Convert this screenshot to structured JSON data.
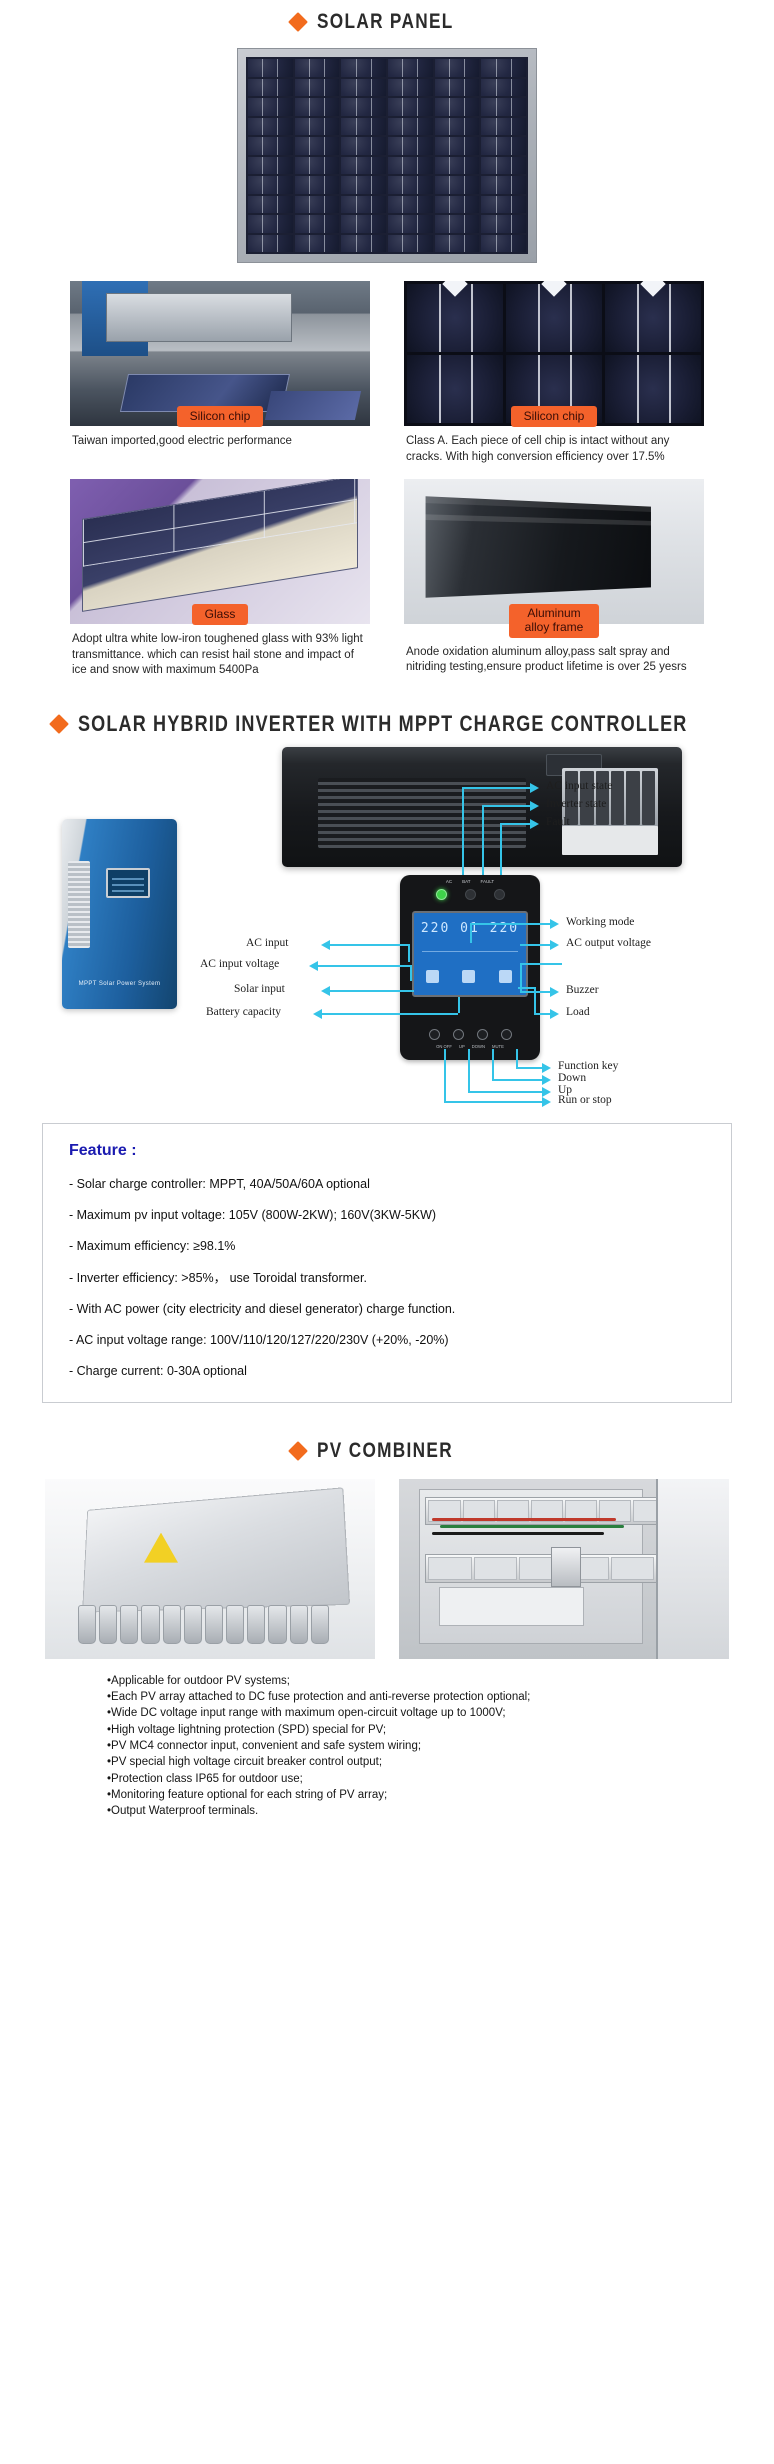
{
  "sections": {
    "solar_panel": {
      "title": "SOLAR PANEL",
      "bullet_icon": "orange-diamond-icon",
      "main_image_name": "solar-panel-module-photo",
      "features": [
        {
          "image_name": "silicon-chip-production-line-photo",
          "chip_label": "Silicon chip",
          "caption": "Taiwan imported,good electric performance"
        },
        {
          "image_name": "solar-cell-chips-photo",
          "chip_label": "Silicon chip",
          "caption": "Class A. Each piece of cell chip is intact without any cracks. With high conversion efficiency over 17.5%"
        },
        {
          "image_name": "toughened-glass-layer-photo",
          "chip_label": "Glass",
          "caption": "Adopt ultra white low-iron toughened glass with 93% light transmittance. which can resist hail stone and impact of ice and snow with maximum 5400Pa"
        },
        {
          "image_name": "aluminum-alloy-frame-photo",
          "chip_label": "Aluminum\nalloy frame",
          "caption": "Anode oxidation aluminum alloy,pass salt spray and nitriding testing,ensure product lifetime is over 25 yesrs"
        }
      ]
    },
    "inverter": {
      "title": "SOLAR HYBRID INVERTER WITH MPPT CHARGE CONTROLLER",
      "bullet_icon": "orange-diamond-icon",
      "unit_image_name": "solar-hybrid-inverter-unit-photo",
      "rear_image_name": "inverter-rear-panel-photo",
      "panel_image_name": "inverter-control-panel-diagram",
      "panel_leds": [
        "AC",
        "BAT",
        "FAULT"
      ],
      "panel_buttons": [
        "ON OFF",
        "UP",
        "DOWN",
        "MUTE"
      ],
      "panel_display_value": "220  01  220",
      "callouts_top": [
        "AC input state",
        "Inverter state",
        "Fault"
      ],
      "callouts_left": [
        "AC input",
        "AC input voltage",
        "Solar input",
        "Battery capacity"
      ],
      "callouts_right": [
        "Working mode",
        "AC output voltage",
        "Buzzer",
        "Load"
      ],
      "callouts_bottom": [
        "Function key",
        "Down",
        "Up",
        "Run or stop"
      ],
      "feature_heading": "Feature :",
      "feature_items": [
        "- Solar charge controller: MPPT, 40A/50A/60A optional",
        "- Maximum pv input voltage: 105V (800W-2KW); 160V(3KW-5KW)",
        "- Maximum efficiency: ≥98.1%",
        "- Inverter efficiency: >85%， use Toroidal transformer.",
        "- With AC power (city electricity and diesel generator) charge function.",
        "- AC input voltage range: 100V/110/120/127/220/230V (+20%, -20%)",
        "- Charge current: 0-30A optional"
      ]
    },
    "pv_combiner": {
      "title": "PV COMBINER",
      "bullet_icon": "orange-diamond-icon",
      "left_image_name": "pv-combiner-box-exterior-photo",
      "right_image_name": "pv-combiner-box-interior-photo",
      "bullets": [
        "•Applicable for outdoor PV systems;",
        "•Each PV array attached to DC fuse protection and anti-reverse protection optional;",
        "•Wide DC voltage input range with maximum open-circuit voltage up to 1000V;",
        "•High voltage lightning protection (SPD) special for PV;",
        "•PV MC4 connector input, convenient and safe system wiring;",
        "•PV special high voltage circuit breaker control output;",
        "•Protection class IP65 for outdoor use;",
        "•Monitoring feature optional for each string of PV array;",
        "•Output Waterproof terminals."
      ]
    }
  },
  "colors": {
    "accent_orange": "#F26B1D",
    "chip_orange": "#F4622B",
    "callout_cyan": "#35C4E8",
    "feature_blue": "#1A1AB0",
    "text_dark": "#1A1A1A"
  }
}
